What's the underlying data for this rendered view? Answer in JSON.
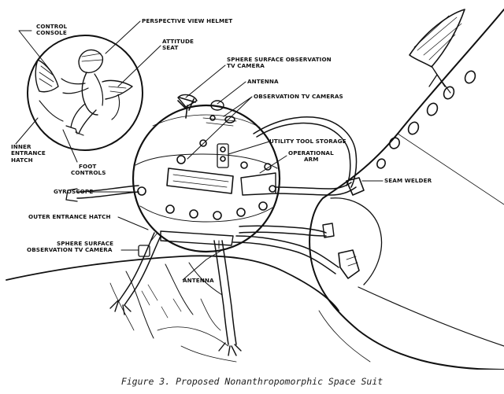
{
  "labels": {
    "control_console": [
      "CONTROL",
      "CONSOLE"
    ],
    "perspective_view_helmet": "PERSPECTIVE VIEW HELMET",
    "attitude_seat": [
      "ATTITUDE",
      "SEAT"
    ],
    "sphere_surface_obs_top": [
      "SPHERE SURFACE OBSERVATION",
      "TV CAMERA"
    ],
    "antenna_top": "ANTENNA",
    "observation_tv_cameras": "OBSERVATION TV CAMERAS",
    "utility_tool_storage": "UTILITY TOOL STORAGE",
    "operational_arm": [
      "OPERATIONAL",
      "ARM"
    ],
    "inner_entrance_hatch": [
      "INNER",
      "ENTRANCE",
      "HATCH"
    ],
    "foot_controls": [
      "FOOT",
      "CONTROLS"
    ],
    "gyroscope": "GYROSCOPE",
    "seam_welder": "SEAM WELDER",
    "outer_entrance_hatch": "OUTER ENTRANCE HATCH",
    "sphere_surface_obs_bottom": [
      "SPHERE SURFACE",
      "OBSERVATION TV CAMERA"
    ],
    "antenna_bottom": "ANTENNA"
  },
  "caption": "Figure 3.  Proposed Nonanthropomorphic Space Suit"
}
